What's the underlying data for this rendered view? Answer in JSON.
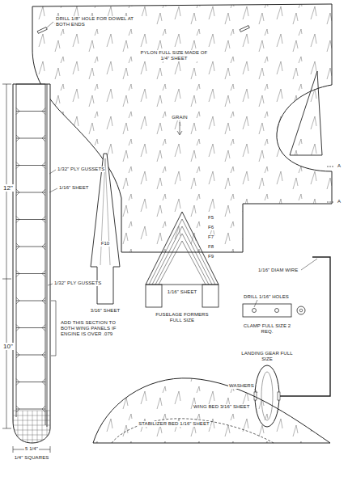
{
  "diagram": {
    "labels": [
      "DRILL 1/8\" HOLE FOR DOWEL AT BOTH ENDS",
      "PYLON FULL SIZE MADE OF 1/4\" SHEET",
      "GRAIN",
      "A",
      "A",
      "1/32\" PLY GUSSETS",
      "1/16\" SHEET",
      "12\"",
      "1/32\" PLY GUSSETS",
      "10\"",
      "ADD THIS SECTION TO BOTH WING PANELS IF ENGINE IS OVER .079",
      "5 1/4\"",
      "1/4\" SQUARES",
      "F10",
      "3/16\" SHEET",
      "F5",
      "F6",
      "F7",
      "F8",
      "F9",
      "1/16\" SHEET",
      "FUSELAGE FORMERS FULL SIZE",
      "1/16\" DIAM WIRE",
      "DRILL 1/16\" HOLES",
      "CLAMP FULL SIZE 2 REQ.",
      "LANDING GEAR FULL SIZE",
      "WASHERS",
      "WING BED 3/16\" SHEET",
      "STABILIZER BED 1/16\" SHEET"
    ]
  }
}
